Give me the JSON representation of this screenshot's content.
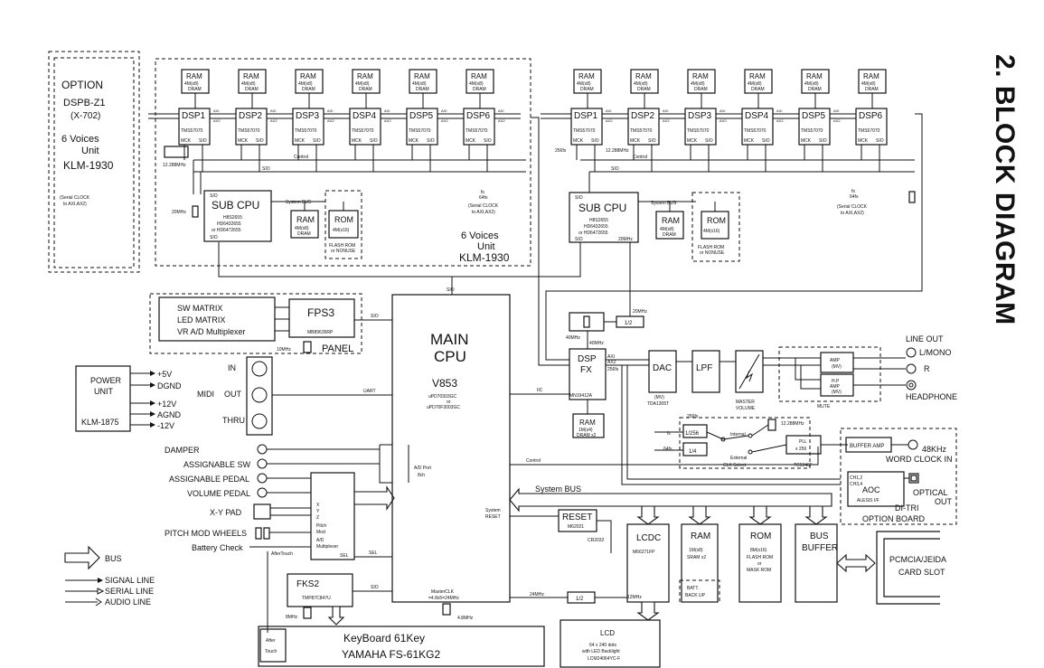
{
  "title": "2. BLOCK DIAGRAM",
  "option": {
    "l1": "OPTION",
    "l2": "DSPB-Z1",
    "l3": "(X-702)",
    "l4": "6 Voices",
    "l5": "Unit",
    "l6": "KLM-1930"
  },
  "unit": {
    "voices": "6 Voices",
    "unit": "Unit",
    "model": "KLM-1930"
  },
  "dsp": {
    "ram": "RAM",
    "ram_sub": "4M(x8)",
    "ram_type": "DRAM",
    "labels": [
      "DSP1",
      "DSP2",
      "DSP3",
      "DSP4",
      "DSP5",
      "DSP6"
    ],
    "chip": "TMS57070",
    "mck": "MCK",
    "sio": "SIO",
    "axi": "AXI",
    "ax2": "AX2",
    "control": "Control",
    "sio_bus": "SIO"
  },
  "subcpu": {
    "title": "SUB CPU",
    "l1": "H8S2655",
    "l2": "HD6432655",
    "l3": "or HD6472655",
    "sio": "SIO",
    "sysbus": "System BUS",
    "xtal": "20MHz",
    "xtal2": "20MHz",
    "fs": "fs",
    "fs64": "64fs",
    "serial": "(Serial CLOCK",
    "serial2": "to AXI,AX2)",
    "clk": "12.288MHz"
  },
  "subram": {
    "title": "RAM",
    "l1": "4M(x8)",
    "l2": "DRAM"
  },
  "subrom": {
    "title": "ROM",
    "l1": "4M(x16)",
    "note1": "FLASH ROM",
    "note2": "or NONUSE"
  },
  "panel": {
    "sw": "SW MATRIX",
    "led": "LED MATRIX",
    "vr": "VR A/D Multiplexer",
    "fps": "FPS3",
    "fps_chip": "MB89635RP",
    "label": "PANEL",
    "clk": "10MHz",
    "sio": "SIO"
  },
  "power": {
    "t1": "POWER",
    "t2": "UNIT",
    "model": "KLM-1875",
    "outs": [
      "+5V",
      "DGND",
      "+12V",
      "AGND",
      "-12V"
    ]
  },
  "midi": {
    "in": "IN",
    "out": "OUT",
    "thru": "THRU",
    "midi": "MIDI",
    "uart": "UART"
  },
  "inputs": [
    "DAMPER",
    "ASSIGNABLE SW",
    "ASSIGNABLE PEDAL",
    "VOLUME PEDAL",
    "X-Y PAD",
    "PITCH MOD WHEELS",
    "Battery Check"
  ],
  "adm": {
    "l1": "Pitch",
    "l2": "Mod",
    "l3": "A/D",
    "l4": "Multiplexer",
    "sel": "SEL",
    "sel2": "SEL",
    "x": "X",
    "y": "Y",
    "z": "Z",
    "aftertouch": "AfterTouch"
  },
  "maincpu": {
    "t1": "MAIN",
    "t2": "CPU",
    "model": "V853",
    "p1": "uPD70303GC",
    "p2": "or",
    "p3": "uPD70F3003GC",
    "adport": "A/D Port",
    "adch": "8ch",
    "sysreset": "System",
    "sysreset2": "RESET",
    "masterclk": "MasterCLK",
    "masterclk2": "=4.8x5=24MHz",
    "xtal": "4.8MHz",
    "sio": "SIO",
    "iic": "IIC",
    "control": "Control",
    "sysbus": "System BUS"
  },
  "fks": {
    "title": "FKS2",
    "chip": "TMP87C847U",
    "clk": "8MHz",
    "sio": "SIO"
  },
  "keyboard": {
    "l1": "KeyBoard 61Key",
    "l2": "YAMAHA FS-61KG2",
    "after": "After",
    "touch": "Touch"
  },
  "reset": {
    "title": "RESET",
    "chip": "M62021",
    "batt": "CR2032"
  },
  "lcdc": {
    "title": "LCDC",
    "chip": "M66271FP",
    "clk": "24MHz",
    "div": "1/2",
    "clk2": "12MHz"
  },
  "lcd": {
    "title": "LCD",
    "l1": "64 x 240 dots",
    "l2": "with LED Backlight",
    "l3": "LCM24064YC-F"
  },
  "ram2": {
    "title": "RAM",
    "l1": "1M(x8)",
    "l2": "SRAM x2",
    "batt": "BATT.",
    "batt2": "BACK UP"
  },
  "rom2": {
    "title": "ROM",
    "l1": "8M(x16)",
    "l2": "FLASH ROM",
    "l3": "or",
    "l4": "MASK ROM"
  },
  "busbuf": {
    "t1": "BUS",
    "t2": "BUFFER"
  },
  "pcmcia": {
    "l1": "PCMCIA/JEIDA",
    "l2": "CARD SLOT"
  },
  "dspfx": {
    "t1": "DSP",
    "t2": "FX",
    "chip": "MN19412A",
    "xtal": "40MHz",
    "div": "1/2",
    "clk": "20MHz",
    "clk2": "40MHz",
    "ram": "RAM",
    "ram1": "1M(x4)",
    "ram2": "DRAM x2",
    "fs": "256fs",
    "axi": "AXI",
    "ax2": "AX2"
  },
  "audio": {
    "dac": "DAC",
    "dac_chip": "TDA1305T",
    "dac_mv": "(MV)",
    "lpf": "LPF",
    "master": "MASTER",
    "volume": "VOLUME",
    "amp": "AMP",
    "amp_mv": "(MV)",
    "hpamp": "H.P",
    "hpamp2": "AMP",
    "hp_mv": "(MV)",
    "mute": "MUTE",
    "lineout": "LINE OUT",
    "lmono": "L/MONO",
    "r": "R",
    "headphone": "HEADPHONE"
  },
  "clk": {
    "d256": "1/256",
    "d4": "1/4",
    "internal": "Internal",
    "external": "External",
    "clksel": "CLK Select",
    "pll": "PLL",
    "pllx": "x 256",
    "pllchip": "TC9246F",
    "xtal": "12.288MHz",
    "fs": "fs",
    "fs256": "256fs",
    "fs64": "64fs"
  },
  "ditri": {
    "buffer": "BUFFER AMP",
    "wc": "48KHz",
    "wc2": "WORD CLOCK IN",
    "aoc": "AOC",
    "aoc2": "ALESIS I/F",
    "ch1": "CH1,2",
    "ch3": "CH3,4",
    "opt": "OPTICAL",
    "opt2": "OUT",
    "board": "DI-TRI",
    "board2": "OPTION BOARD"
  },
  "legend": {
    "bus": "BUS",
    "signal": "SIGNAL LINE",
    "serial": "SERIAL LINE",
    "audio": "AUDIO LINE"
  }
}
